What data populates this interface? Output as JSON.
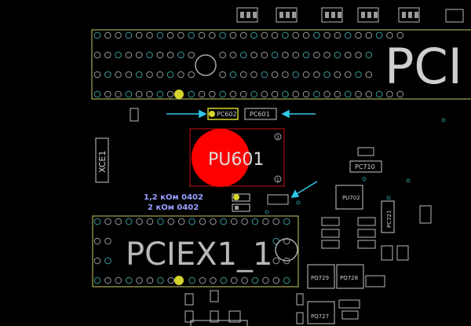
{
  "board": {
    "background": "#000000",
    "outline_color": "#c8c864",
    "component_color": "#c8c8c8",
    "pad_color": "#9a9a9a",
    "highlight_color": "#d4d42a",
    "arrow_color": "#2ec8e8",
    "marker_color": "#ff0000",
    "note_color": "#9aa0ff"
  },
  "slots": {
    "top_label": "PCI",
    "bottom_label": "PCIEX1_1"
  },
  "components": {
    "pc602": "PC602",
    "pc601": "PC601",
    "pu601": "PU601",
    "xce1": "XCE1",
    "pc710": "PC710",
    "pu702": "PU702",
    "pc721": "PC721",
    "pq729": "PQ729",
    "pq728": "PQ728",
    "pq727": "PQ727",
    "pin3": "3",
    "pin1": "1"
  },
  "annotations": {
    "note1": "1,2 кОм 0402",
    "note2": "2 кОм 0402"
  }
}
